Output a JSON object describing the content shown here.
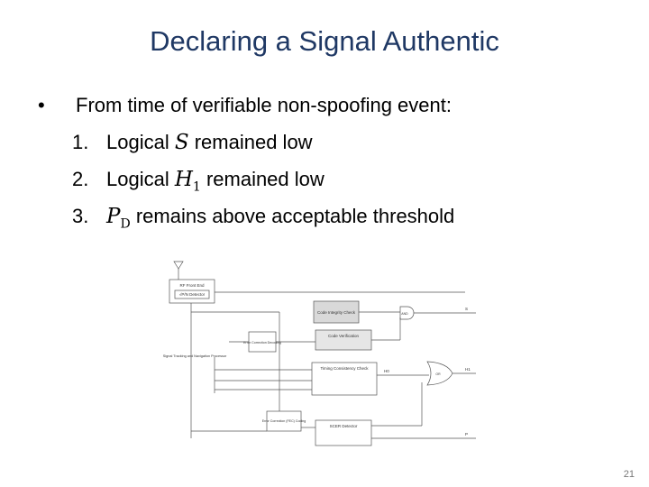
{
  "slide": {
    "title": "Declaring a Signal Authentic",
    "bullet_marker": "•",
    "bullet_text": "From time of verifiable non-spoofing event:",
    "items": [
      {
        "num": "1.",
        "before": "Logical ",
        "math": "S",
        "sub": "",
        "after": " remained low"
      },
      {
        "num": "2.",
        "before": "Logical ",
        "math": "H",
        "sub": "1",
        "after": " remained low"
      },
      {
        "num": "3.",
        "before": "",
        "math": "P",
        "sub": "D",
        "after": " remains above acceptable threshold"
      }
    ],
    "slide_number": "21"
  },
  "diagram": {
    "rf_front_end": "RF Front End",
    "detector_top": "√P/N Detector",
    "code_integrity": "Code Integrity Check",
    "code_verification": "Code Verification",
    "error_correction_top": "Error Correction Decoding",
    "tracking": "Signal Tracking and Navigation Processor",
    "timing_check": "Timing Consistency Check",
    "error_correction_bottom": "Error Correction (FEC) Coding",
    "sccb_detector": "SCER Detector",
    "and_gate": "AND",
    "or_gate": "OR",
    "lbl_s": "S",
    "lbl_h0": "H0",
    "lbl_h1": "H1"
  }
}
